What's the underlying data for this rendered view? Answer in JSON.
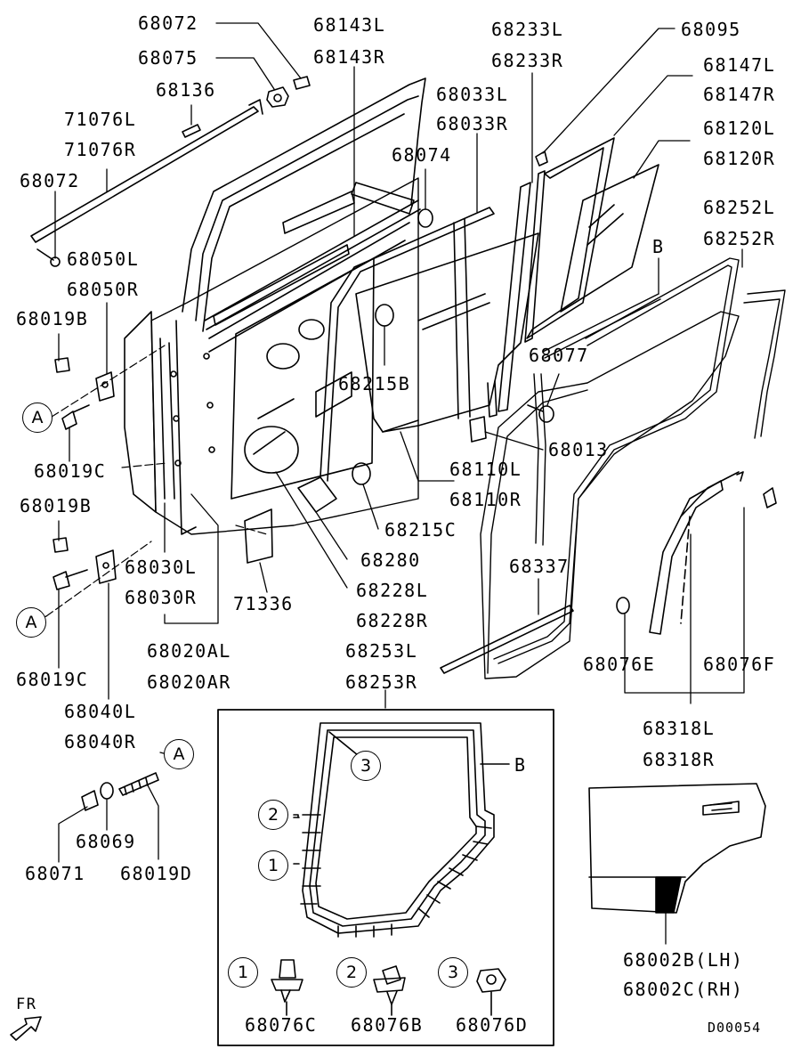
{
  "diagram": {
    "code": "D00054",
    "front_indicator": "FR",
    "callout_ref": "A",
    "seal_ref": "B",
    "inset_markers": [
      "1",
      "2",
      "3"
    ]
  },
  "parts": {
    "p68072_top": "68072",
    "p68075": "68075",
    "p68136": "68136",
    "p71076L": "71076L",
    "p71076R": "71076R",
    "p68072_mid": "68072",
    "p68050L": "68050L",
    "p68050R": "68050R",
    "p68019B_1": "68019B",
    "p68019C_1": "68019C",
    "p68019B_2": "68019B",
    "p68019C_2": "68019C",
    "p68040L": "68040L",
    "p68040R": "68040R",
    "p68069": "68069",
    "p68071": "68071",
    "p68019D": "68019D",
    "p68030L": "68030L",
    "p68030R": "68030R",
    "p68020AL": "68020AL",
    "p68020AR": "68020AR",
    "p71336": "71336",
    "p68143L": "68143L",
    "p68143R": "68143R",
    "p68074": "68074",
    "p68215B": "68215B",
    "p68215C": "68215C",
    "p68280": "68280",
    "p68228L": "68228L",
    "p68228R": "68228R",
    "p68253L": "68253L",
    "p68253R": "68253R",
    "p68033L": "68033L",
    "p68033R": "68033R",
    "p68233L": "68233L",
    "p68233R": "68233R",
    "p68095": "68095",
    "p68147L": "68147L",
    "p68147R": "68147R",
    "p68120L": "68120L",
    "p68120R": "68120R",
    "p68252L": "68252L",
    "p68252R": "68252R",
    "p68077": "68077",
    "p68013": "68013",
    "p68110L": "68110L",
    "p68110R": "68110R",
    "p68337": "68337",
    "p68076E": "68076E",
    "p68076F": "68076F",
    "p68318L": "68318L",
    "p68318R": "68318R",
    "p68076C": "68076C",
    "p68076B": "68076B",
    "p68076D": "68076D",
    "p68002B": "68002B(LH)",
    "p68002C": "68002C(RH)"
  }
}
